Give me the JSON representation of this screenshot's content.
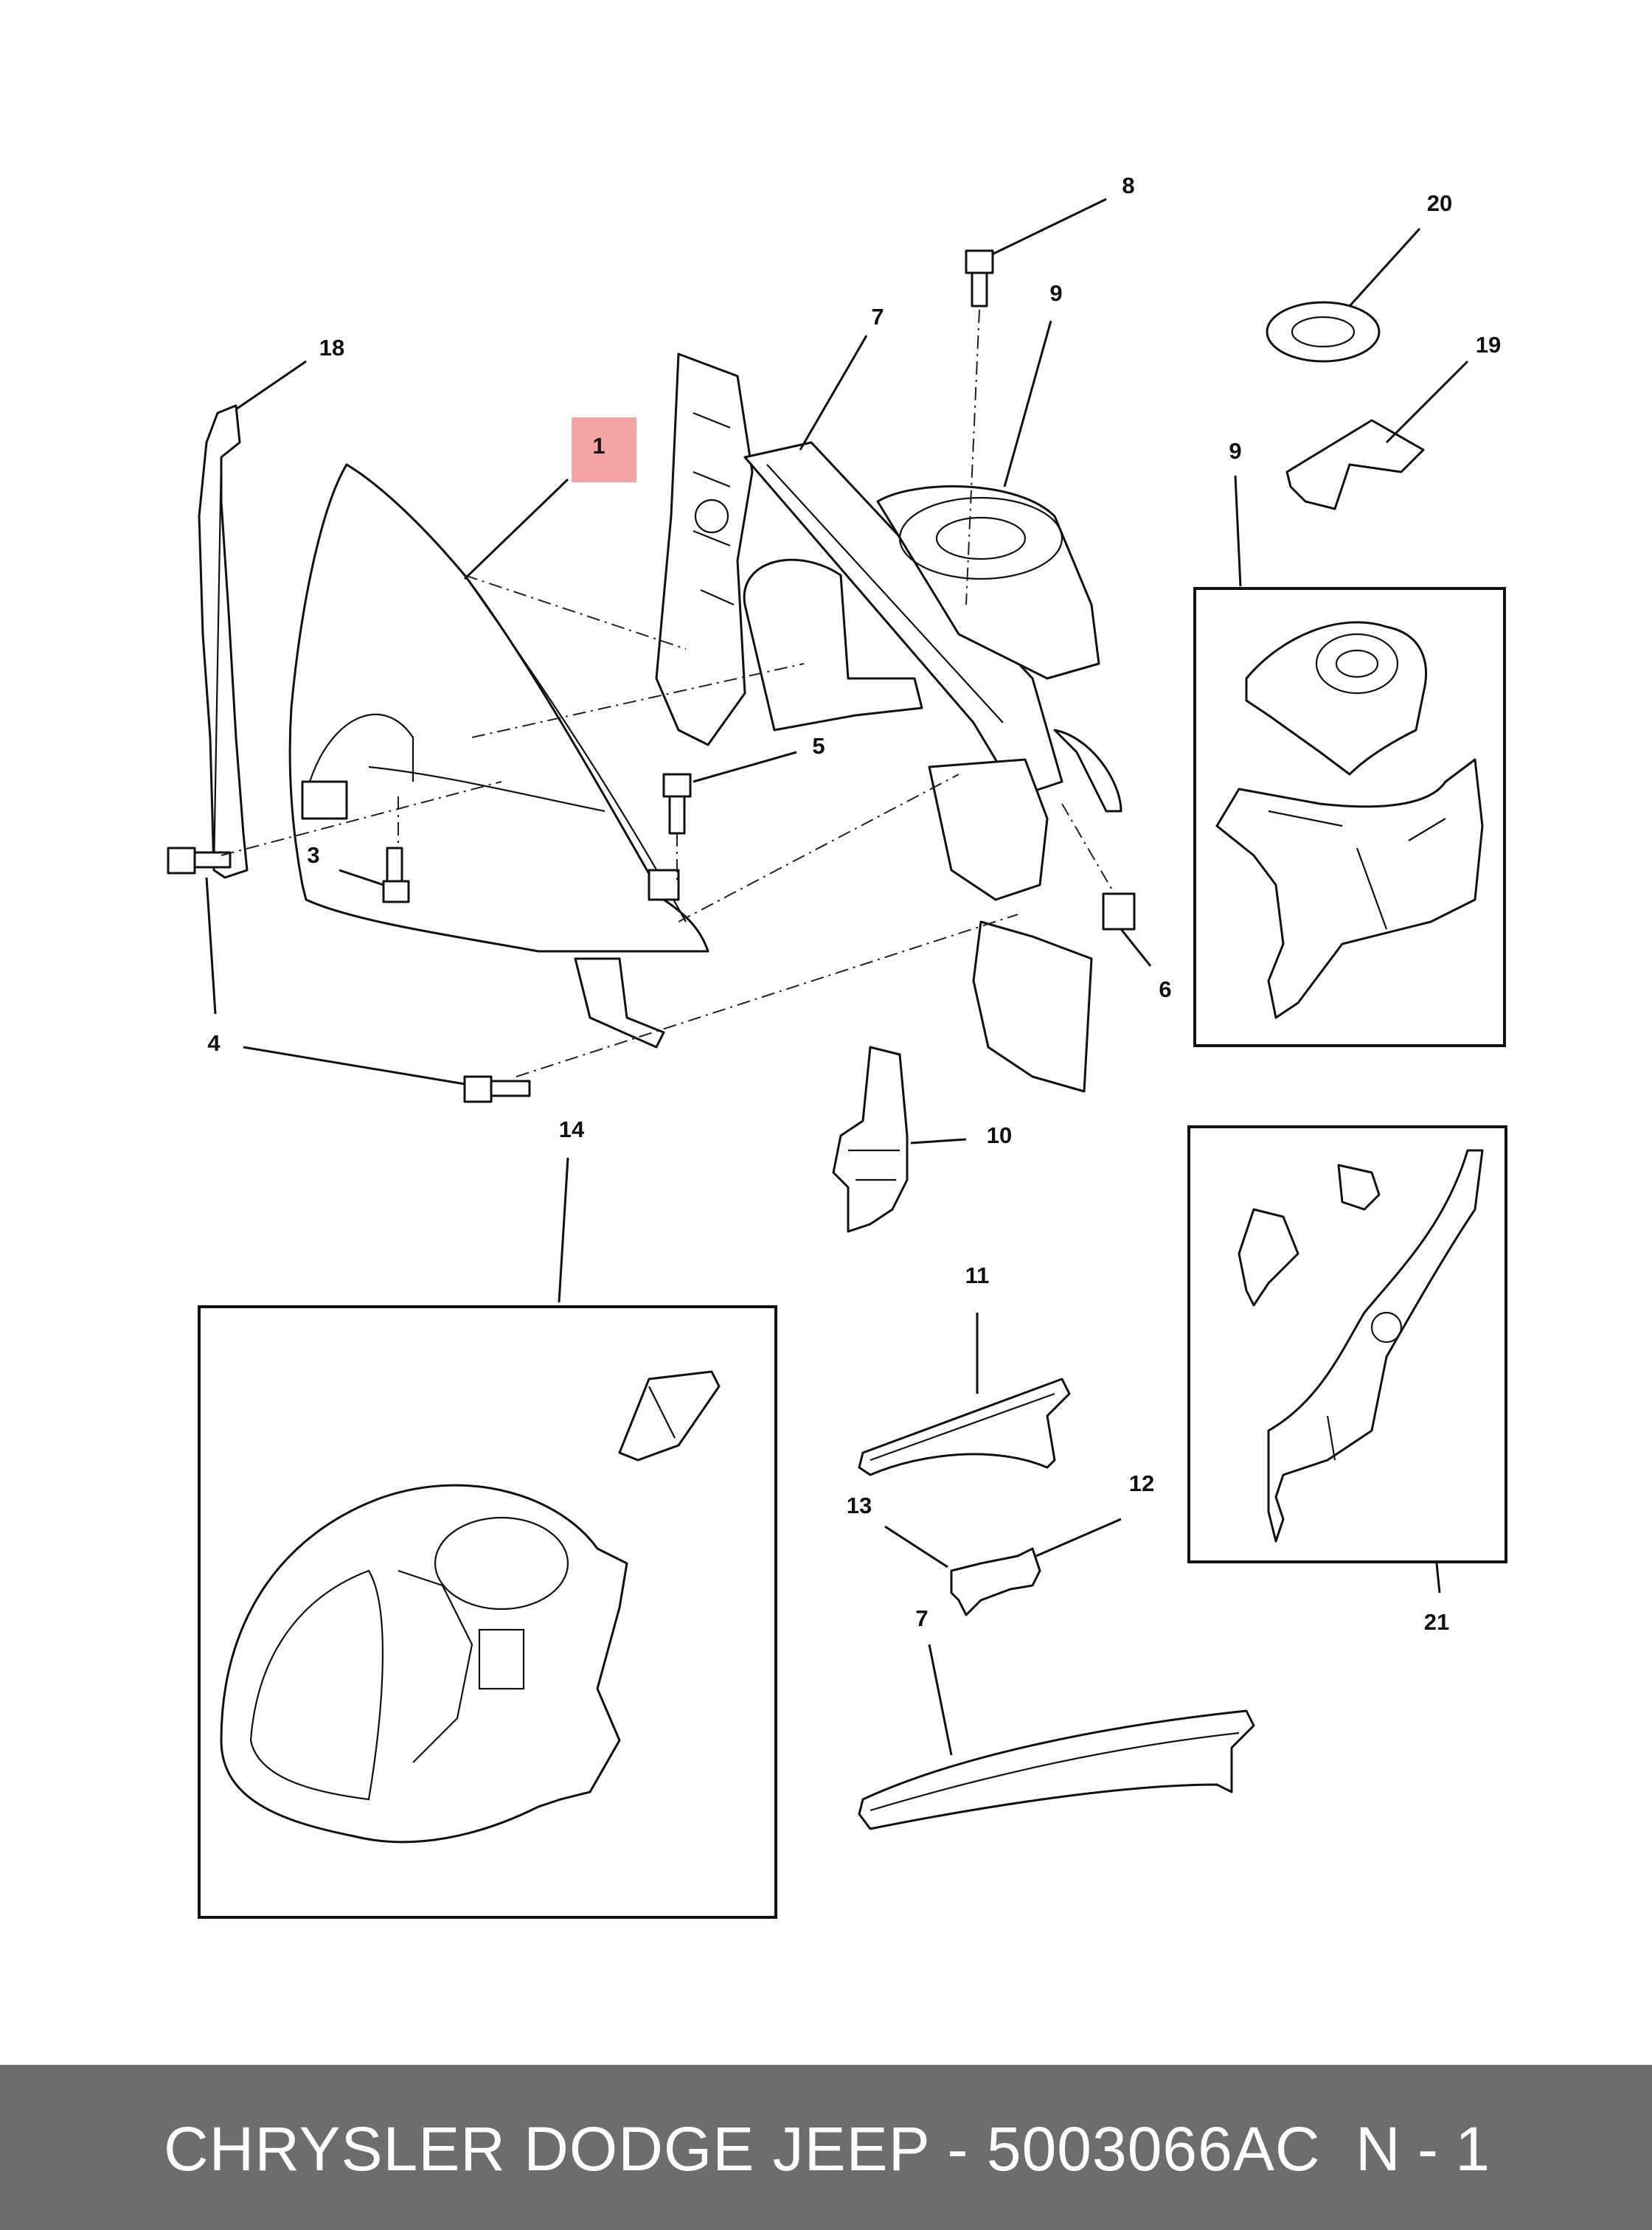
{
  "diagram": {
    "highlight_color": "#f4a4a4",
    "highlighted_callout": "1",
    "callouts": [
      "1",
      "3",
      "4",
      "5",
      "6",
      "7",
      "8",
      "9",
      "9",
      "10",
      "11",
      "12",
      "13",
      "14",
      "18",
      "19",
      "20",
      "21",
      "7"
    ]
  },
  "footer": {
    "text": "CHRYSLER DODGE JEEP - 5003066AC",
    "page": "N - 1",
    "background": "#6d6d6d"
  }
}
